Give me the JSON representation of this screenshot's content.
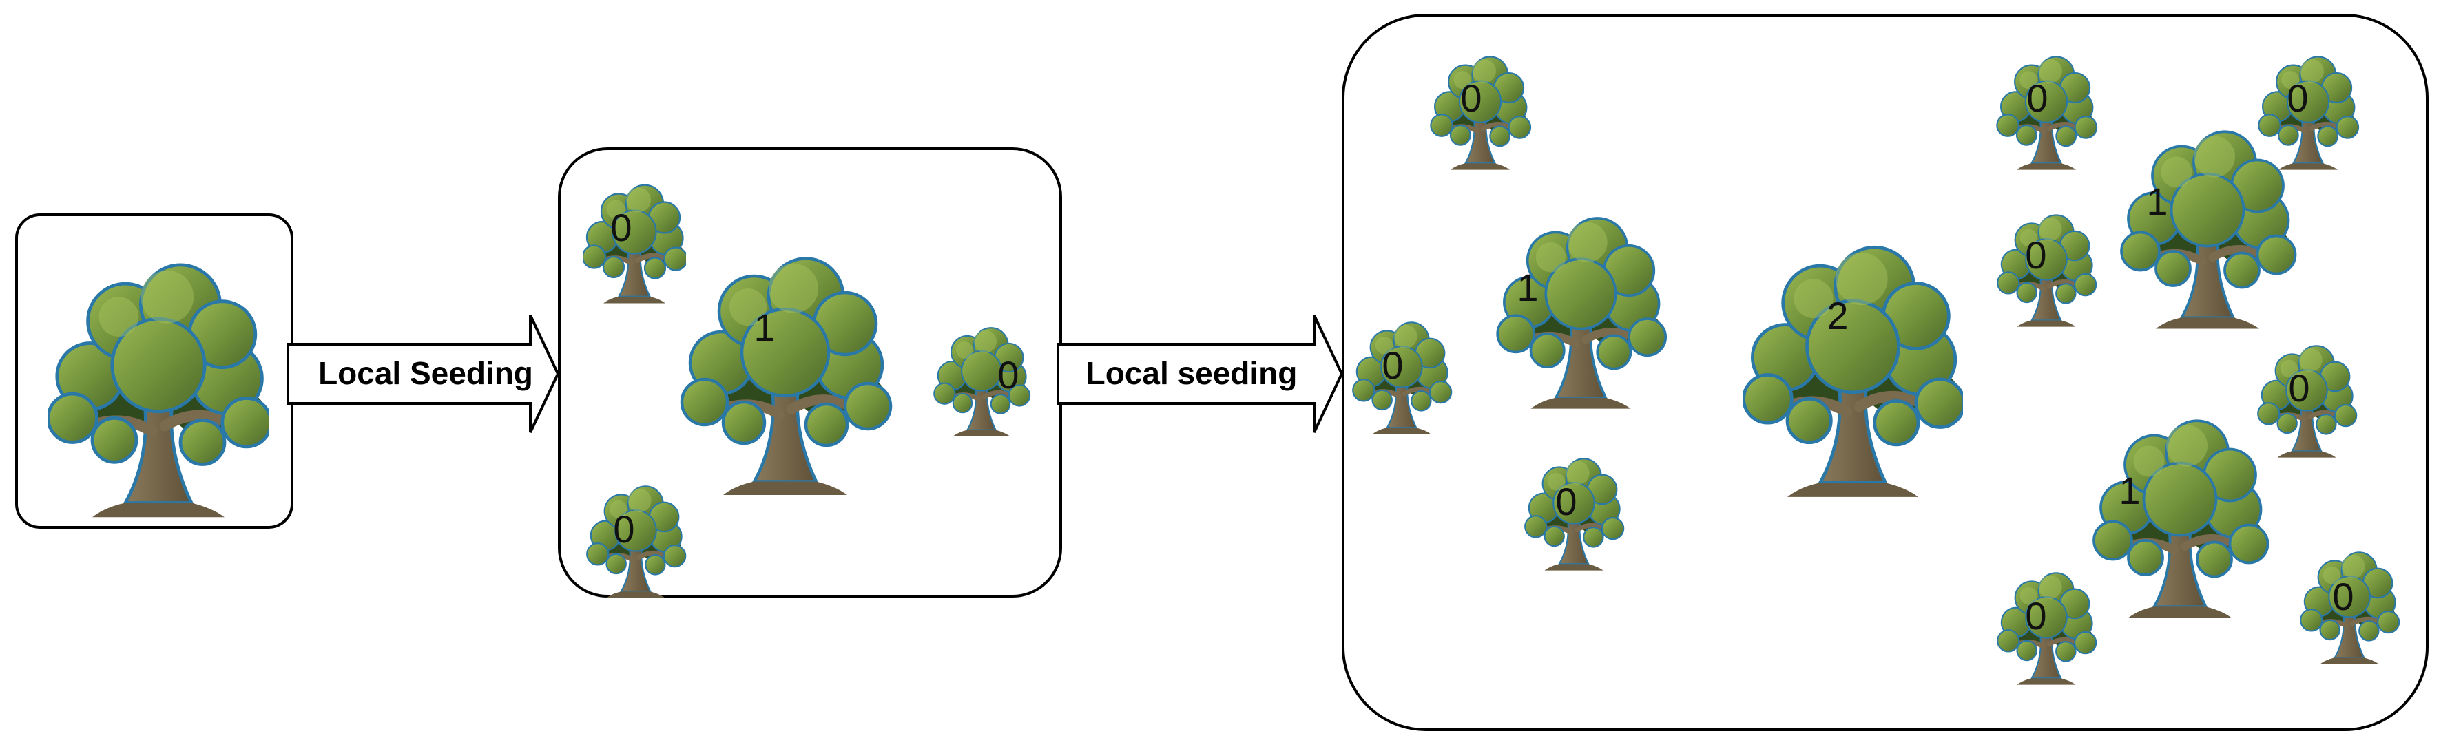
{
  "arrows": [
    {
      "label": "Local Seeding"
    },
    {
      "label": "Local seeding"
    }
  ],
  "stages": [
    {
      "trees": [
        {
          "label": ""
        }
      ]
    },
    {
      "trees": [
        {
          "label": "0"
        },
        {
          "label": "1"
        },
        {
          "label": "0"
        },
        {
          "label": "0"
        }
      ]
    },
    {
      "trees": [
        {
          "label": "0"
        },
        {
          "label": "0"
        },
        {
          "label": "0"
        },
        {
          "label": "1"
        },
        {
          "label": "1"
        },
        {
          "label": "0"
        },
        {
          "label": "0"
        },
        {
          "label": "2"
        },
        {
          "label": "0"
        },
        {
          "label": "0"
        },
        {
          "label": "1"
        },
        {
          "label": "0"
        },
        {
          "label": "0"
        }
      ]
    }
  ],
  "colors": {
    "foliage_light": "#8fb04a",
    "foliage_dark": "#2f4a1c",
    "outline": "#2a78a8",
    "trunk": "#7a6a4e",
    "box_stroke": "#000000"
  }
}
